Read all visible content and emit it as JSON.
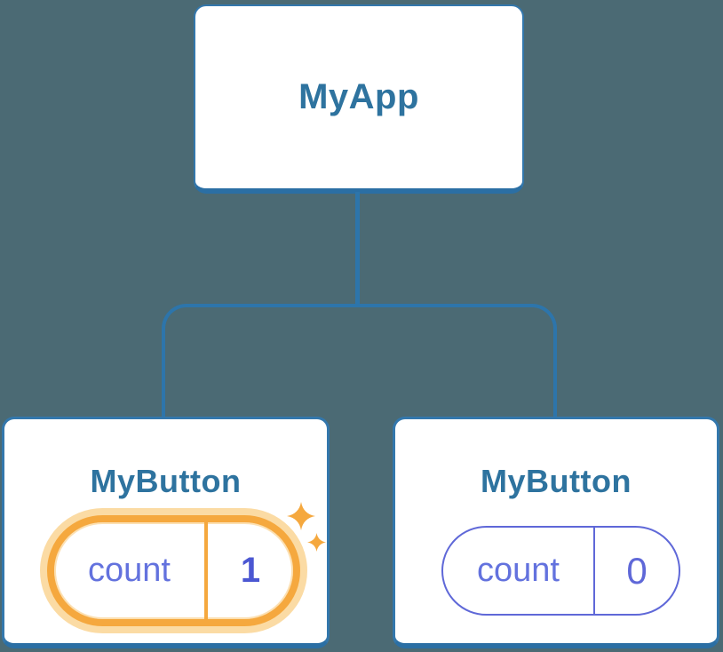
{
  "diagram": {
    "title_hint": "React component tree with per-component state",
    "background_color": "#4b6a74",
    "root": {
      "label": "MyApp"
    },
    "children": [
      {
        "label": "MyButton",
        "state_name": "count",
        "state_value": "1",
        "highlighted": true,
        "icons": [
          "sparkle-large-icon",
          "sparkle-small-icon"
        ]
      },
      {
        "label": "MyButton",
        "state_name": "count",
        "state_value": "0",
        "highlighted": false
      }
    ],
    "colors": {
      "connector_blue": "#2d75ab",
      "node_border_blue": "#3377ac",
      "node_title_blue": "#2e739f",
      "state_purple": "#5f68d8",
      "state_name_purple": "#6372de",
      "state_value_bold_purple": "#4b57d2",
      "highlight_orange": "#f5a83e",
      "highlight_halo_orange": "#fbdba4",
      "node_background": "#ffffff"
    }
  }
}
